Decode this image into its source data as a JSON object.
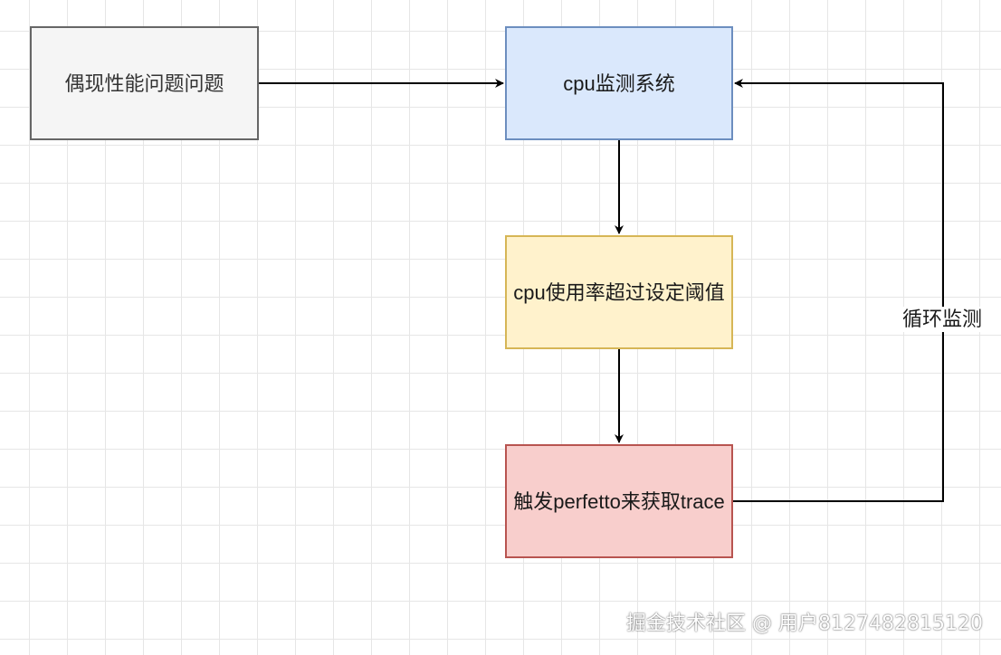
{
  "nodes": {
    "issue": "偶现性能问题问题",
    "monitor": "cpu监测系统",
    "threshold": "cpu使用率超过设定阈值",
    "trigger": "触发perfetto来获取trace"
  },
  "edges": {
    "loop_label": "循环监测"
  },
  "watermark": "掘金技术社区 @ 用户8127482815120",
  "colors": {
    "issue_fill": "#f5f5f5",
    "issue_stroke": "#666666",
    "monitor_fill": "#dae8fc",
    "monitor_stroke": "#6c8ebf",
    "threshold_fill": "#fff2cc",
    "threshold_stroke": "#d6b656",
    "trigger_fill": "#f8cecc",
    "trigger_stroke": "#b85450"
  }
}
